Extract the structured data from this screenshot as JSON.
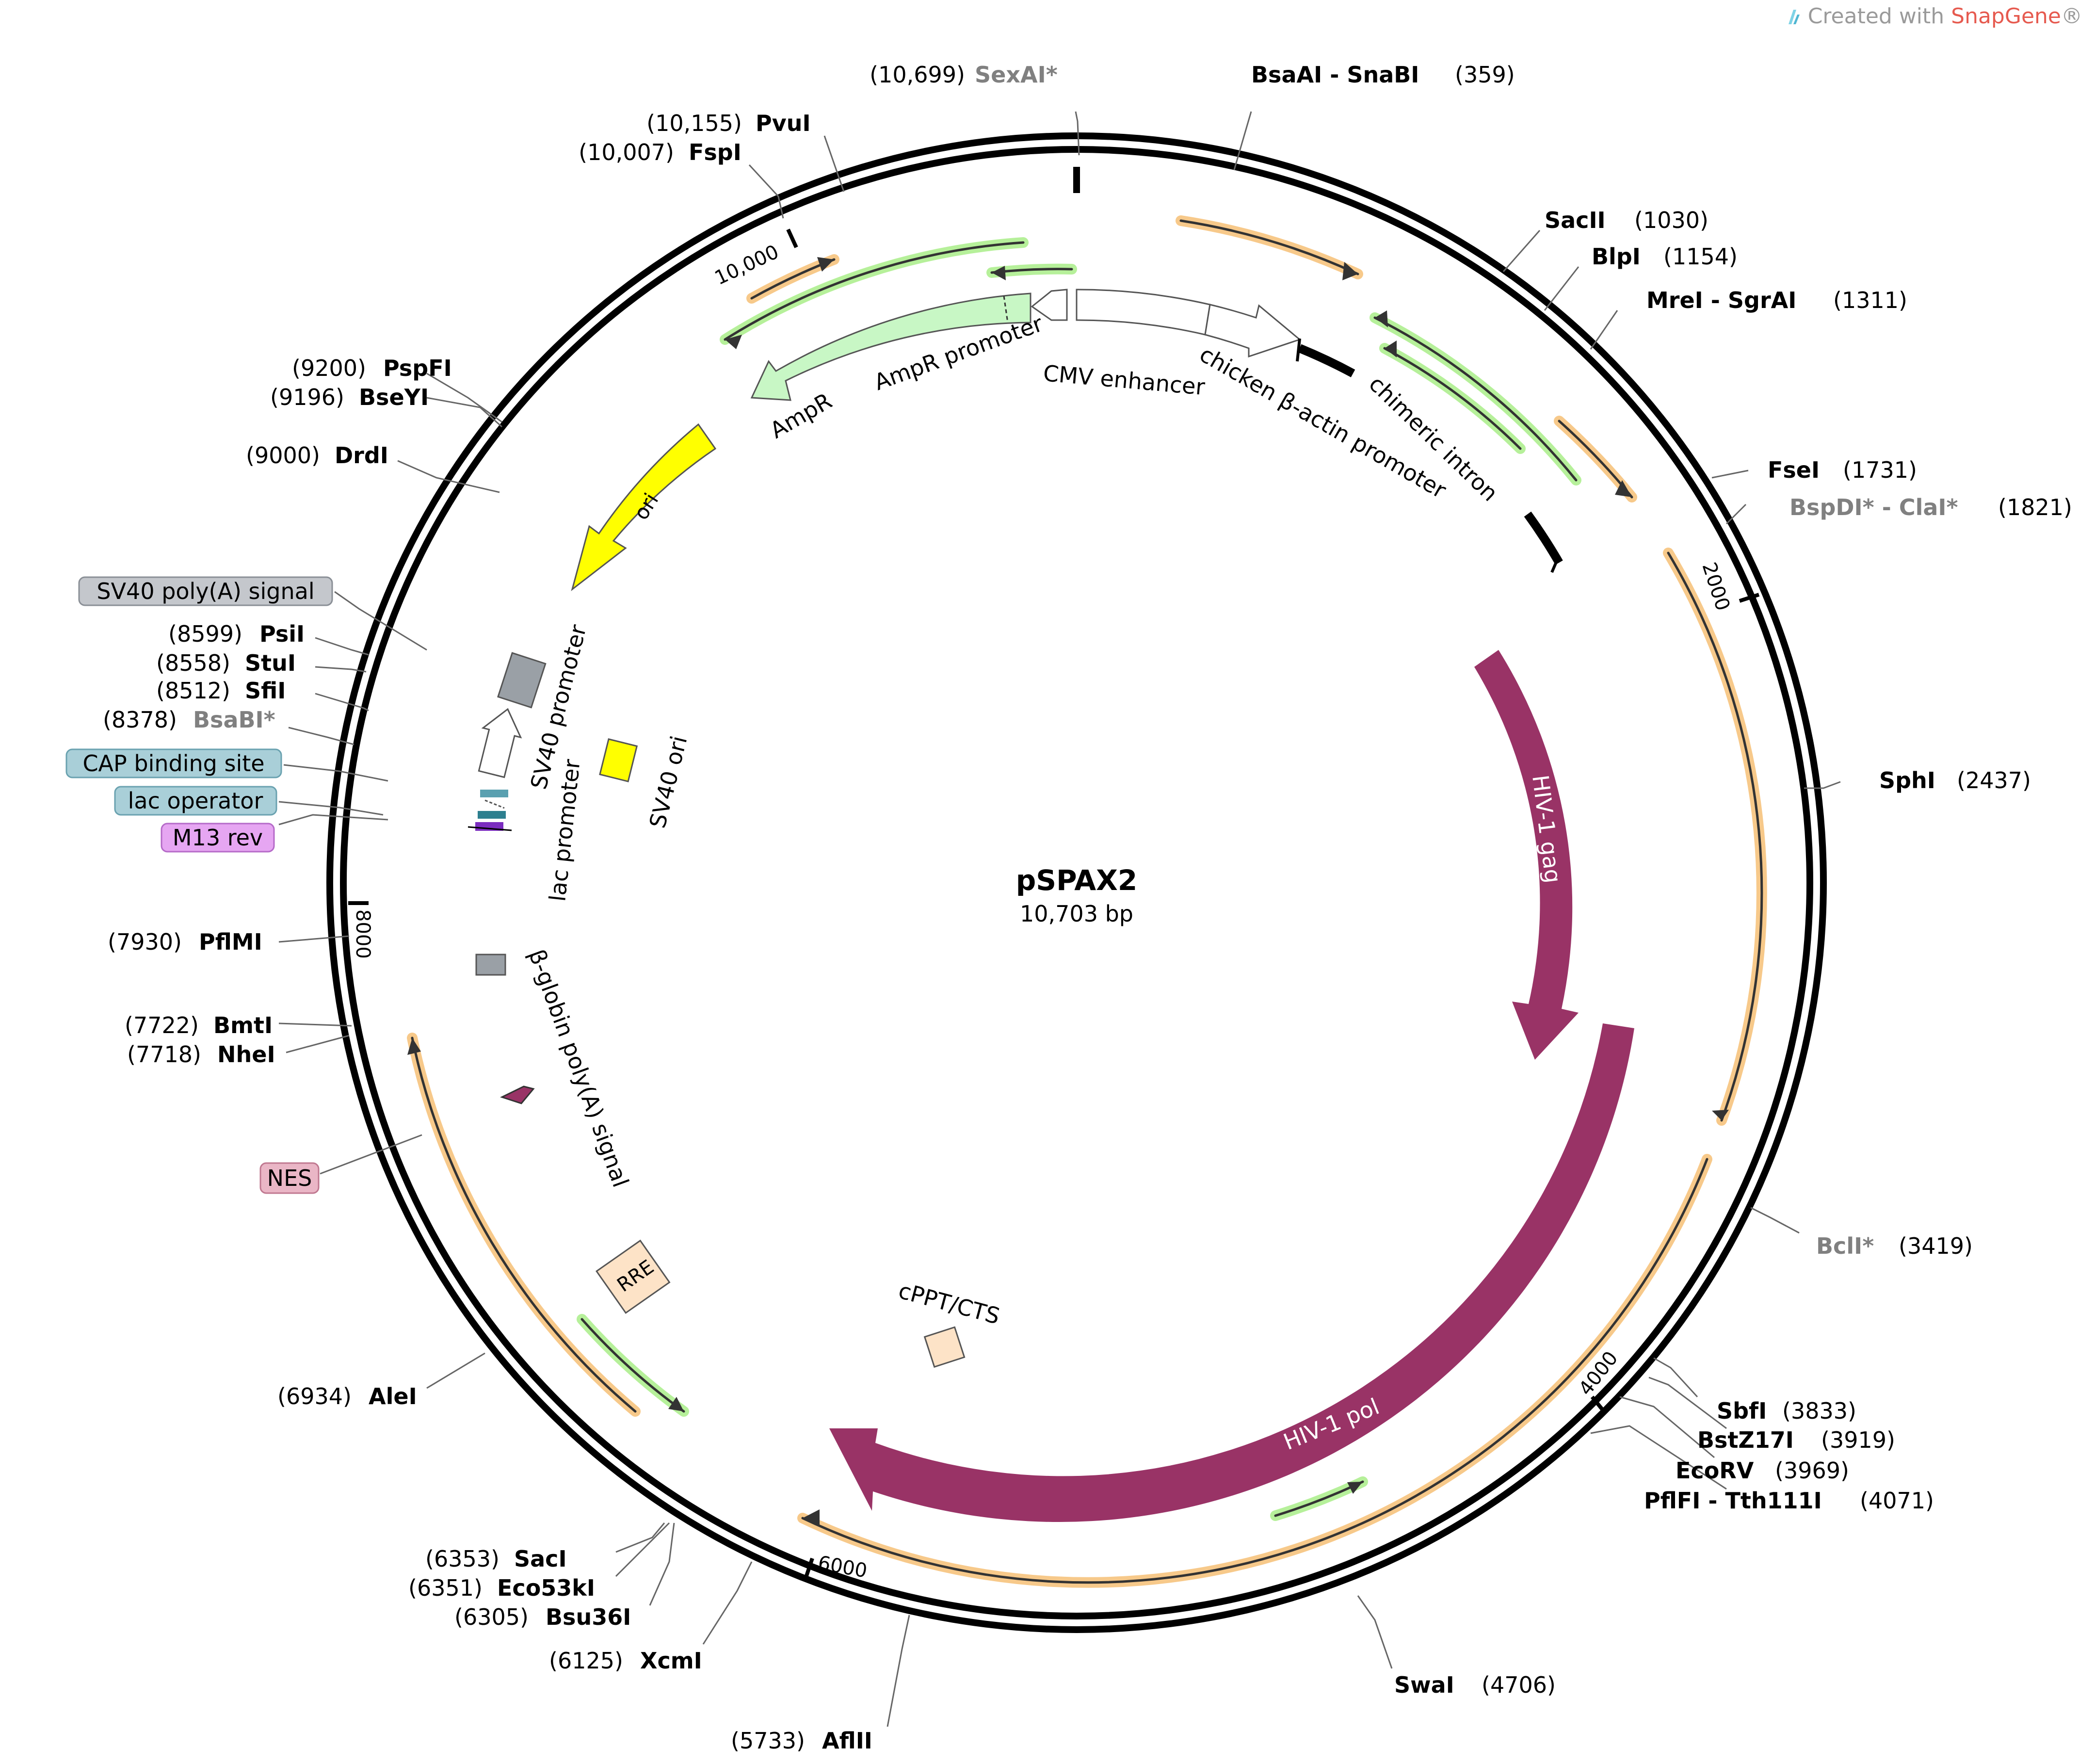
{
  "watermark": {
    "prefix": "Created with ",
    "brand": "SnapGene",
    "suffix": "®"
  },
  "plasmid": {
    "name": "pSPAX2",
    "length_label": "10,703 bp",
    "length": 10703
  },
  "ticks": [
    {
      "bp": 2000,
      "label": "2000"
    },
    {
      "bp": 4000,
      "label": "4000"
    },
    {
      "bp": 6000,
      "label": "6000"
    },
    {
      "bp": 8000,
      "label": "8000"
    },
    {
      "bp": 10000,
      "label": "10,000"
    }
  ],
  "sites": [
    {
      "name": "SexAI*",
      "pos": "(10,699)",
      "gray": true
    },
    {
      "name": "BsaAI - SnaBI",
      "pos": "(359)"
    },
    {
      "name": "PvuI",
      "pos": "(10,155)"
    },
    {
      "name": "FspI",
      "pos": "(10,007)"
    },
    {
      "name": "SacII",
      "pos": "(1030)"
    },
    {
      "name": "BlpI",
      "pos": "(1154)"
    },
    {
      "name": "MreI - SgrAI",
      "pos": "(1311)"
    },
    {
      "name": "PspFI",
      "pos": "(9200)"
    },
    {
      "name": "BseYI",
      "pos": "(9196)"
    },
    {
      "name": "DrdI",
      "pos": "(9000)"
    },
    {
      "name": "FseI",
      "pos": "(1731)"
    },
    {
      "name": "BspDI* - ClaI*",
      "pos": "(1821)",
      "gray": true
    },
    {
      "name": "PsiI",
      "pos": "(8599)"
    },
    {
      "name": "StuI",
      "pos": "(8558)"
    },
    {
      "name": "SfiI",
      "pos": "(8512)"
    },
    {
      "name": "BsaBI*",
      "pos": "(8378)",
      "gray": true
    },
    {
      "name": "SphI",
      "pos": "(2437)"
    },
    {
      "name": "PflMI",
      "pos": "(7930)"
    },
    {
      "name": "BmtI",
      "pos": "(7722)"
    },
    {
      "name": "NheI",
      "pos": "(7718)"
    },
    {
      "name": "BclI*",
      "pos": "(3419)",
      "gray": true
    },
    {
      "name": "AleI",
      "pos": "(6934)"
    },
    {
      "name": "SbfI",
      "pos": "(3833)"
    },
    {
      "name": "BstZ17I",
      "pos": "(3919)"
    },
    {
      "name": "EcoRV",
      "pos": "(3969)"
    },
    {
      "name": "PflFI - Tth111I",
      "pos": "(4071)"
    },
    {
      "name": "SacI",
      "pos": "(6353)"
    },
    {
      "name": "Eco53kI",
      "pos": "(6351)"
    },
    {
      "name": "Bsu36I",
      "pos": "(6305)"
    },
    {
      "name": "XcmI",
      "pos": "(6125)"
    },
    {
      "name": "SwaI",
      "pos": "(4706)"
    },
    {
      "name": "AflII",
      "pos": "(5733)"
    }
  ],
  "boxed_features": [
    {
      "label": "SV40 poly(A) signal",
      "color": "#c4c7cc"
    },
    {
      "label": "CAP binding site",
      "color": "#a9cfd8"
    },
    {
      "label": "lac operator",
      "color": "#a9cfd8"
    },
    {
      "label": "M13 rev",
      "color": "#e6a6f2"
    },
    {
      "label": "NES",
      "color": "#eab6c6"
    }
  ],
  "features": [
    {
      "label": "AmpR",
      "color": "#c8f7c5"
    },
    {
      "label": "AmpR promoter",
      "color": "#ffffff"
    },
    {
      "label": "CMV enhancer",
      "color": "#ffffff"
    },
    {
      "label": "chicken β-actin promoter",
      "color": "#ffffff"
    },
    {
      "label": "chimeric intron",
      "color": "#000000"
    },
    {
      "label": "ori",
      "color": "#ffff00"
    },
    {
      "label": "SV40 promoter",
      "color": "#ffffff"
    },
    {
      "label": "SV40 ori",
      "color": "#ffff00"
    },
    {
      "label": "lac promoter",
      "color": "#ffffff"
    },
    {
      "label": "HIV-1 gag",
      "color": "#993366"
    },
    {
      "label": "HIV-1 pol",
      "color": "#993366"
    },
    {
      "label": "β-globin poly(A) signal",
      "color": "#9aa0a6"
    },
    {
      "label": "RRE",
      "color": "#fde3c7"
    },
    {
      "label": "cPPT/CTS",
      "color": "#fde3c7"
    }
  ]
}
